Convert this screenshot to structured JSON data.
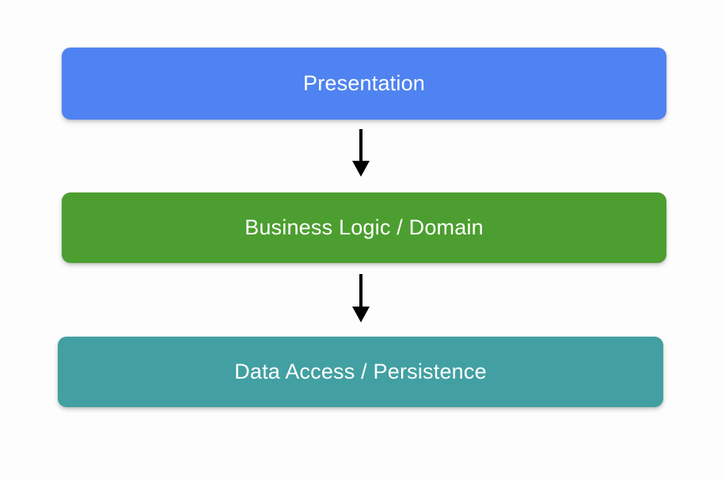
{
  "diagram": {
    "type": "layered-architecture-flow",
    "background_color": "#fdfdfd",
    "layers": [
      {
        "id": "presentation",
        "label": "Presentation",
        "color": "#4f83f1",
        "text_color": "#ffffff",
        "order": 1
      },
      {
        "id": "business-logic",
        "label": "Business Logic / Domain",
        "color": "#4c9e30",
        "text_color": "#ffffff",
        "order": 2
      },
      {
        "id": "data-access",
        "label": "Data Access / Persistence",
        "color": "#42a0a2",
        "text_color": "#ffffff",
        "order": 3
      }
    ],
    "connectors": [
      {
        "id": "presentation-to-business",
        "from": "presentation",
        "to": "business-logic",
        "direction": "down",
        "color": "#000000",
        "style": "solid-arrow"
      },
      {
        "id": "business-to-data",
        "from": "business-logic",
        "to": "data-access",
        "direction": "down",
        "color": "#000000",
        "style": "solid-arrow"
      }
    ]
  }
}
